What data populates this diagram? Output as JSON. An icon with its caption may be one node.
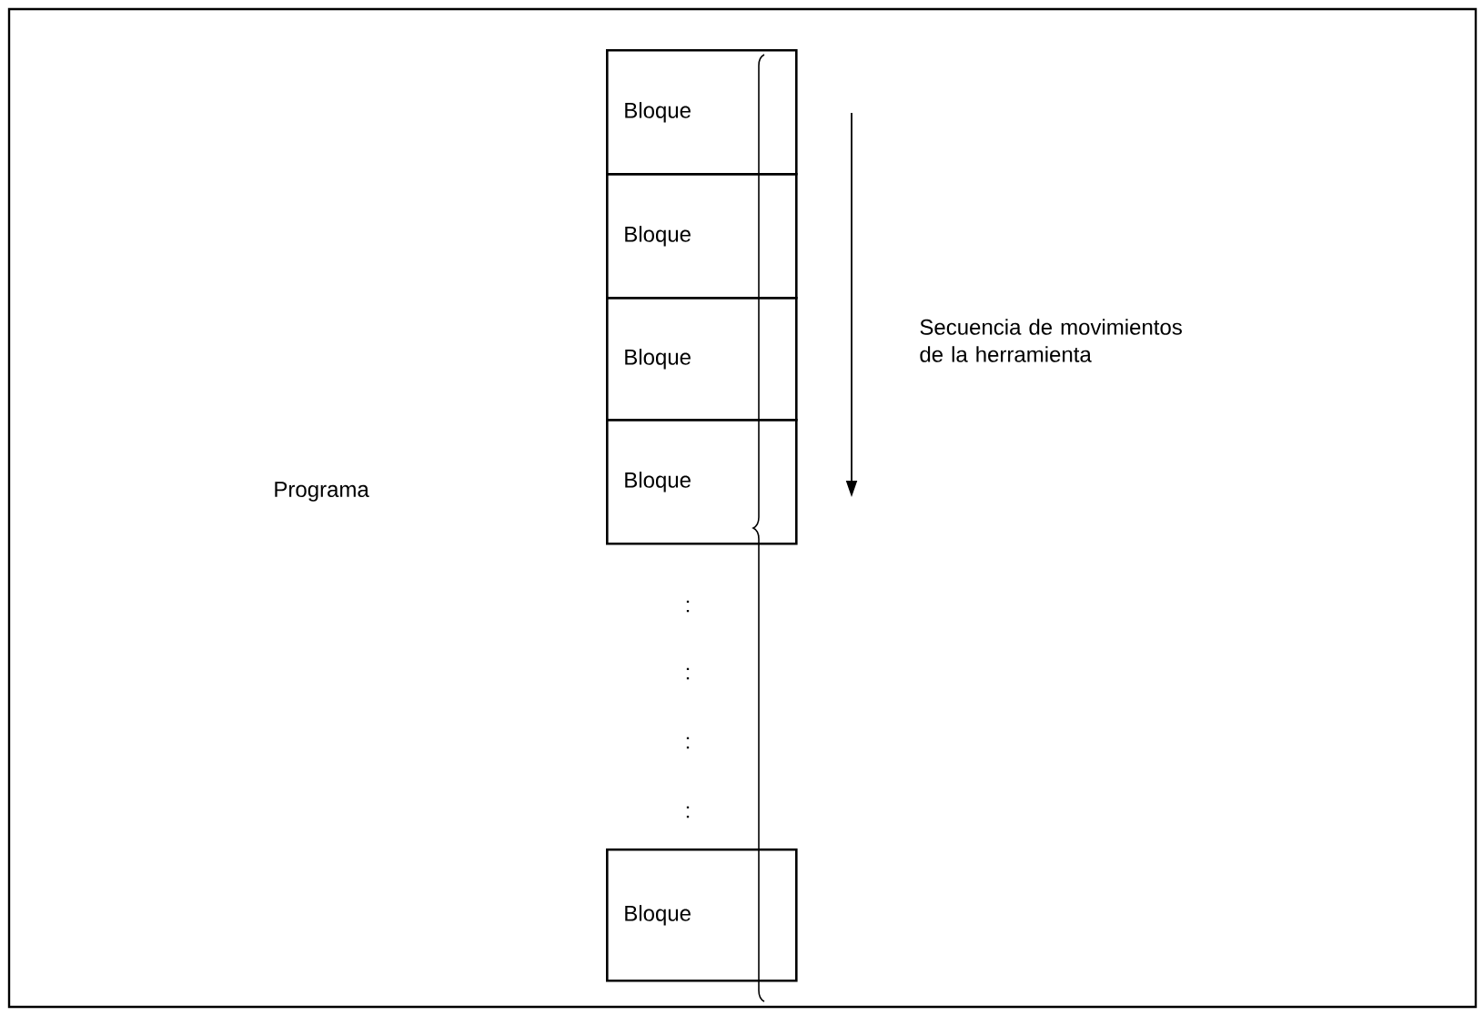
{
  "diagram": {
    "nodes": [
      {
        "text": [
          "Bloque"
        ]
      },
      {
        "text": [
          "Bloque"
        ]
      },
      {
        "text": [
          "Bloque"
        ]
      },
      {
        "text": [
          "Bloque"
        ]
      },
      {
        "text": [
          "Bloque"
        ]
      }
    ],
    "labels": [
      "Programa",
      "Secuencia de movimientos de la herramienta",
      ":",
      ":",
      ":",
      ":"
    ]
  }
}
